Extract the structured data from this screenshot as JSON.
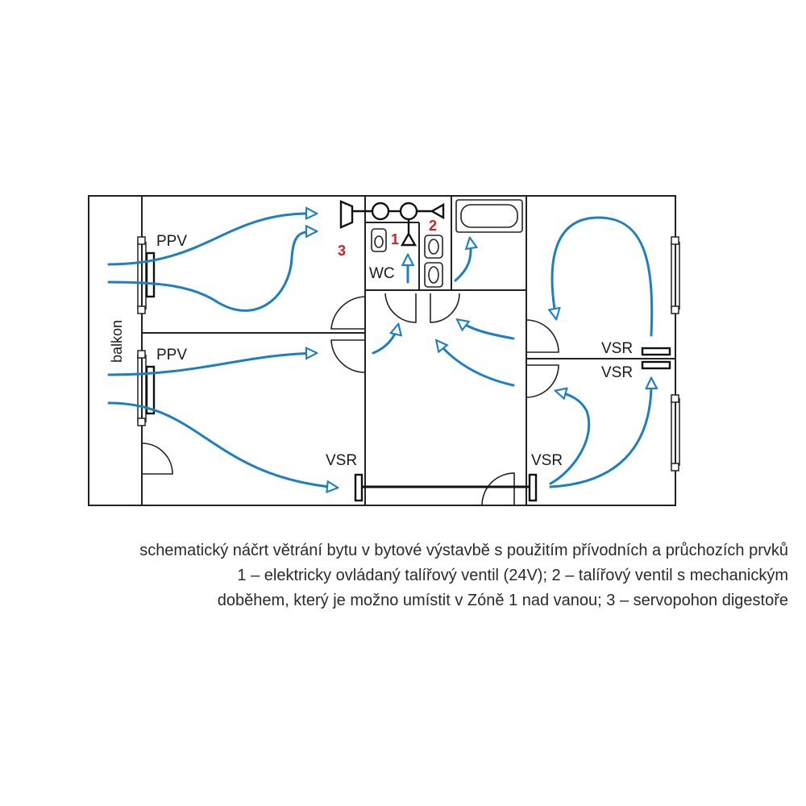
{
  "labels": {
    "ppv_top": "PPV",
    "ppv_bottom": "PPV",
    "balkon": "balkon",
    "wc": "WC",
    "vsr_left": "VSR",
    "vsr_mid": "VSR",
    "vsr_right_top": "VSR",
    "vsr_right_bottom": "VSR"
  },
  "numbers": {
    "n1": "1",
    "n2": "2",
    "n3": "3"
  },
  "caption": {
    "line1": "schematický náčrt větrání bytu v bytové výstavbě s použitím přívodních a průchozích prvků",
    "line2": "1 – elektricky ovládaný talířový ventil (24V); 2 – talířový ventil s mechanickým",
    "line3": "doběhem, který je možno umístit v Zóně 1 nad vanou; 3 – servopohon digestoře"
  },
  "colors": {
    "airflow": "#1e7fc0",
    "walls": "#222222",
    "numbers": "#d0202a"
  }
}
